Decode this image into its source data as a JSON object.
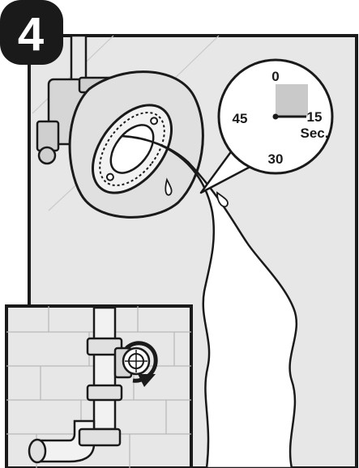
{
  "step": {
    "number": "4"
  },
  "timer": {
    "labels": {
      "top": "0",
      "right": "15",
      "bottom": "30",
      "left": "45"
    },
    "unit": "Sec.",
    "elapsed_fraction": 0.25
  },
  "colors": {
    "wall": "#e7e7e7",
    "outline": "#1a1a1a",
    "dial_shade": "#c9c9c9",
    "badge": "#1a1a1a"
  },
  "icons": [
    "water-shutoff-valve-icon",
    "turn-arrow-icon",
    "timer-dial-icon"
  ]
}
